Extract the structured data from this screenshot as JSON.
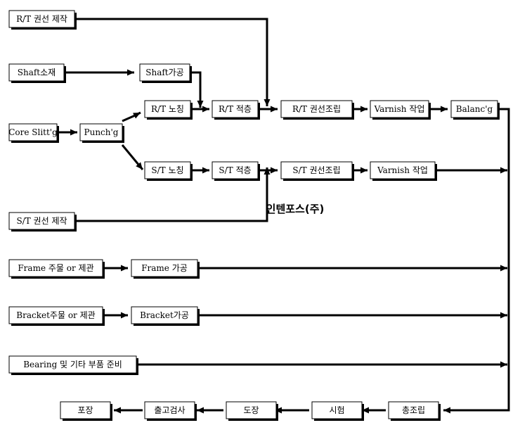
{
  "watermark": "인텐포스(주)",
  "nodes": {
    "rt_coil_make": "R/T 권선 제작",
    "shaft_material": "Shaft소재",
    "shaft_machining": "Shaft가공",
    "core_slitting": "Core Slitt'g",
    "punching": "Punch'g",
    "rt_notching": "R/T 노칭",
    "rt_stacking": "R/T 적층",
    "rt_coil_assembly": "R/T 권선조립",
    "rt_varnish": "Varnish 작업",
    "balancing": "Balanc'g",
    "st_notching": "S/T 노칭",
    "st_stacking": "S/T 적층",
    "st_coil_assembly": "S/T 권선조립",
    "st_varnish": "Varnish 작업",
    "st_coil_make": "S/T 권선 제작",
    "frame_cast": "Frame 주물 or 제관",
    "frame_machining": "Frame 가공",
    "bracket_cast": "Bracket주물 or 제관",
    "bracket_machining": "Bracket가공",
    "bearing_parts": "Bearing 및 기타 부품 준비",
    "final_assembly": "총조립",
    "testing": "시험",
    "painting": "도장",
    "shipping_inspection": "출고검사",
    "packing": "포장"
  }
}
